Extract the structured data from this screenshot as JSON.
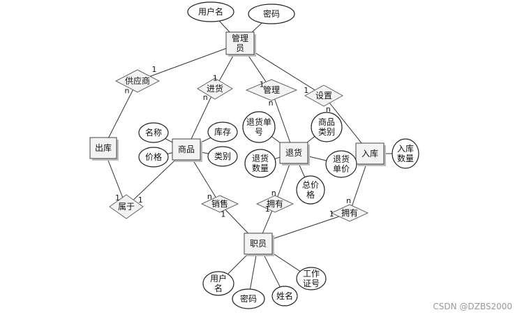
{
  "entities": [
    {
      "id": "admin",
      "label": [
        "管理",
        "员"
      ]
    },
    {
      "id": "outbound",
      "label": [
        "出库"
      ]
    },
    {
      "id": "goods",
      "label": [
        "商品"
      ]
    },
    {
      "id": "returns",
      "label": [
        "退货"
      ]
    },
    {
      "id": "inbound",
      "label": [
        "入库"
      ]
    },
    {
      "id": "staff",
      "label": [
        "职员"
      ]
    }
  ],
  "attributes": [
    {
      "id": "a_admin_user",
      "label": [
        "用户名"
      ]
    },
    {
      "id": "a_admin_pwd",
      "label": [
        "密码"
      ]
    },
    {
      "id": "a_goods_name",
      "label": [
        "名称"
      ]
    },
    {
      "id": "a_goods_price",
      "label": [
        "价格"
      ]
    },
    {
      "id": "a_goods_stock",
      "label": [
        "库存"
      ]
    },
    {
      "id": "a_goods_cat",
      "label": [
        "类别"
      ]
    },
    {
      "id": "a_ret_no",
      "label": [
        "退货单",
        "号"
      ]
    },
    {
      "id": "a_ret_qty",
      "label": [
        "退货",
        "数量"
      ]
    },
    {
      "id": "a_ret_total",
      "label": [
        "总价",
        "格"
      ]
    },
    {
      "id": "a_in_cat",
      "label": [
        "商品",
        "类别"
      ]
    },
    {
      "id": "a_in_price",
      "label": [
        "退货",
        "单价"
      ]
    },
    {
      "id": "a_in_qty",
      "label": [
        "入库",
        "数量"
      ]
    },
    {
      "id": "a_staff_user",
      "label": [
        "用户",
        "名"
      ]
    },
    {
      "id": "a_staff_pwd",
      "label": [
        "密码"
      ]
    },
    {
      "id": "a_staff_name",
      "label": [
        "姓名"
      ]
    },
    {
      "id": "a_staff_card",
      "label": [
        "工作",
        "证号"
      ]
    }
  ],
  "relationships": [
    {
      "id": "r_supplier",
      "label": "供应商"
    },
    {
      "id": "r_purchase",
      "label": "进货"
    },
    {
      "id": "r_manage",
      "label": "管理"
    },
    {
      "id": "r_setup",
      "label": "设置"
    },
    {
      "id": "r_belong",
      "label": "属于"
    },
    {
      "id": "r_sell",
      "label": "销售"
    },
    {
      "id": "r_own1",
      "label": "拥有"
    },
    {
      "id": "r_own2",
      "label": "拥有"
    }
  ],
  "links": [
    {
      "from": "admin",
      "to": "a_admin_user"
    },
    {
      "from": "admin",
      "to": "a_admin_pwd"
    },
    {
      "from": "admin",
      "to": "r_supplier",
      "card": "1"
    },
    {
      "from": "r_supplier",
      "to": "outbound",
      "card": "n"
    },
    {
      "from": "admin",
      "to": "r_purchase",
      "card": "1"
    },
    {
      "from": "r_purchase",
      "to": "goods",
      "card": "n"
    },
    {
      "from": "admin",
      "to": "r_manage",
      "card": "1"
    },
    {
      "from": "r_manage",
      "to": "returns",
      "card": "n"
    },
    {
      "from": "admin",
      "to": "r_setup",
      "card": "1"
    },
    {
      "from": "r_setup",
      "to": "inbound",
      "card": "n"
    },
    {
      "from": "goods",
      "to": "a_goods_name"
    },
    {
      "from": "goods",
      "to": "a_goods_price"
    },
    {
      "from": "goods",
      "to": "a_goods_stock"
    },
    {
      "from": "goods",
      "to": "a_goods_cat"
    },
    {
      "from": "returns",
      "to": "a_ret_no"
    },
    {
      "from": "returns",
      "to": "a_ret_qty"
    },
    {
      "from": "returns",
      "to": "a_ret_total"
    },
    {
      "from": "returns",
      "to": "a_in_cat"
    },
    {
      "from": "returns",
      "to": "a_in_price"
    },
    {
      "from": "inbound",
      "to": "a_in_price"
    },
    {
      "from": "inbound",
      "to": "a_in_qty"
    },
    {
      "from": "outbound",
      "to": "r_belong",
      "card": "1"
    },
    {
      "from": "r_belong",
      "to": "goods",
      "card": "1"
    },
    {
      "from": "goods",
      "to": "r_sell",
      "card": "n"
    },
    {
      "from": "r_sell",
      "to": "staff",
      "card": "1"
    },
    {
      "from": "returns",
      "to": "r_own1",
      "card": "n"
    },
    {
      "from": "r_own1",
      "to": "staff",
      "card": "1"
    },
    {
      "from": "inbound",
      "to": "r_own2",
      "card": "n"
    },
    {
      "from": "r_own2",
      "to": "staff",
      "card": "1"
    },
    {
      "from": "staff",
      "to": "a_staff_user"
    },
    {
      "from": "staff",
      "to": "a_staff_pwd"
    },
    {
      "from": "staff",
      "to": "a_staff_name"
    },
    {
      "from": "staff",
      "to": "a_staff_card"
    }
  ],
  "watermark": "CSDN @DZBS2000"
}
